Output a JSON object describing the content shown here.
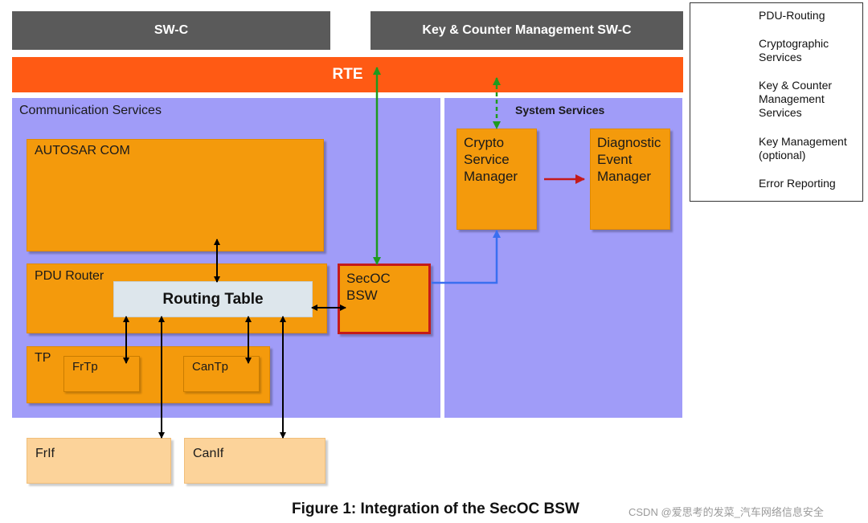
{
  "top_bars": {
    "swc": "SW-C",
    "key_counter_swc": "Key & Counter Management SW-C"
  },
  "rte": "RTE",
  "communication_services": {
    "title": "Communication Services",
    "autosar_com": "AUTOSAR COM",
    "pdu_router": "PDU Router",
    "routing_table": "Routing Table",
    "tp": "TP",
    "frtp": "FrTp",
    "cantp": "CanTp",
    "secoc_line1": "SecOC",
    "secoc_line2": "BSW"
  },
  "system_services": {
    "title": "System Services",
    "crypto_line1": "Crypto",
    "crypto_line2": "Service",
    "crypto_line3": "Manager",
    "diag_line1": "Diagnostic",
    "diag_line2": "Event",
    "diag_line3": "Manager"
  },
  "bottom": {
    "frif": "FrIf",
    "canif": "CanIf"
  },
  "legend": {
    "items": [
      {
        "lines": [
          "PDU-Routing"
        ],
        "color": "#000000",
        "style": "solid"
      },
      {
        "lines": [
          "Cryptographic",
          "Services"
        ],
        "color": "#3a6ff0",
        "style": "solid"
      },
      {
        "lines": [
          "Key & Counter",
          "Management",
          "Services"
        ],
        "color": "#1e9a1e",
        "style": "solid"
      },
      {
        "lines": [
          "Key Management",
          "(optional)"
        ],
        "color": "#1e9a1e",
        "style": "dashed"
      },
      {
        "lines": [
          "Error Reporting"
        ],
        "color": "#c41a1a",
        "style": "solid"
      }
    ]
  },
  "caption": "Figure 1: Integration of the SecOC BSW",
  "watermark": "CSDN @爱思考的发菜_汽车网络信息安全",
  "colors": {
    "pdu_routing": "#000000",
    "crypto": "#3a6ff0",
    "key_counter": "#1e9a1e",
    "error": "#c41a1a",
    "rte": "#ff5a14",
    "services_bg": "#a09cf8",
    "module": "#f49a0c"
  }
}
